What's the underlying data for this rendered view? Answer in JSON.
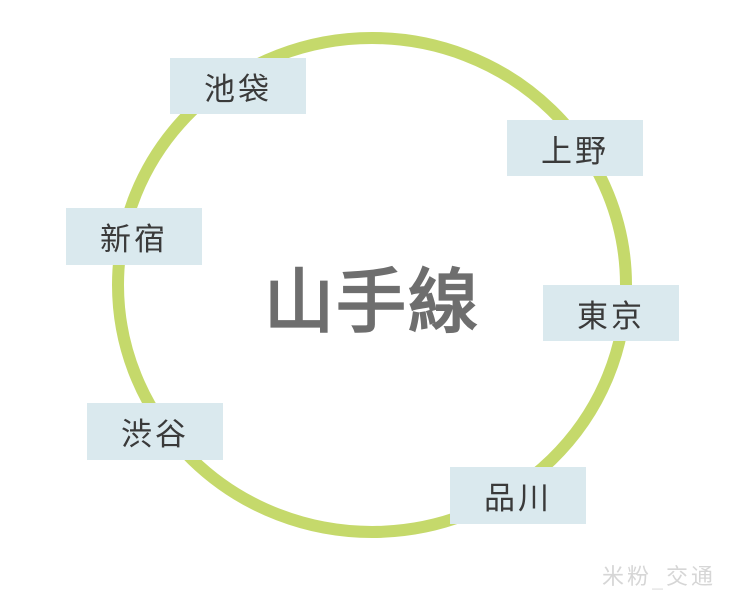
{
  "diagram": {
    "title": "山手線",
    "ring_color": "#c5d96b",
    "station_box_color": "#dae9ee",
    "stations": [
      {
        "name": "池袋"
      },
      {
        "name": "上野"
      },
      {
        "name": "新宿"
      },
      {
        "name": "東京"
      },
      {
        "name": "渋谷"
      },
      {
        "name": "品川"
      }
    ]
  },
  "watermark": "米粉_交通"
}
